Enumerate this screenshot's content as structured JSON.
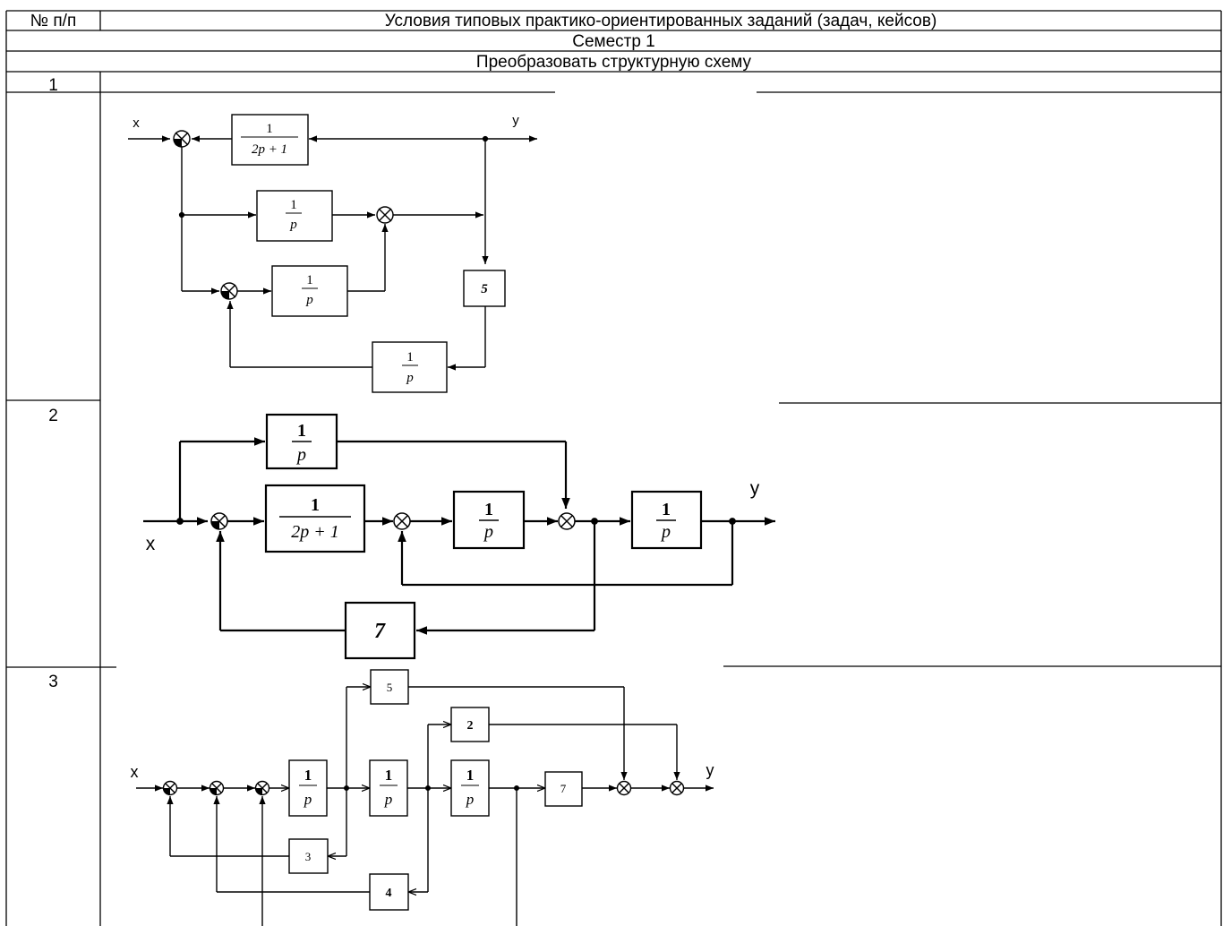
{
  "table": {
    "col_num_header": "№ п/п",
    "col_task_header": "Условия типовых практико-ориентированных заданий (задач, кейсов)",
    "semester": "Семестр 1",
    "task_title": "Преобразовать структурную схему"
  },
  "rows": [
    {
      "number": "1",
      "diagram": {
        "input_label": "x",
        "output_label": "y",
        "blocks": [
          {
            "num": "1",
            "den": "2p + 1"
          },
          {
            "num": "1",
            "den": "p"
          },
          {
            "num": "1",
            "den": "p"
          },
          {
            "value": "5"
          },
          {
            "num": "1",
            "den": "p"
          }
        ]
      }
    },
    {
      "number": "2",
      "diagram": {
        "input_label": "x",
        "output_label": "y",
        "blocks": [
          {
            "num": "1",
            "den": "p"
          },
          {
            "num": "1",
            "den": "2p + 1"
          },
          {
            "num": "1",
            "den": "p"
          },
          {
            "num": "1",
            "den": "p"
          },
          {
            "value": "7"
          }
        ]
      }
    },
    {
      "number": "3",
      "diagram": {
        "input_label": "x",
        "output_label": "y",
        "blocks": [
          {
            "value": "5"
          },
          {
            "value": "2"
          },
          {
            "num": "1",
            "den": "p"
          },
          {
            "num": "1",
            "den": "p"
          },
          {
            "num": "1",
            "den": "p"
          },
          {
            "value": "7"
          },
          {
            "value": "3"
          },
          {
            "value": "4"
          }
        ]
      }
    }
  ]
}
